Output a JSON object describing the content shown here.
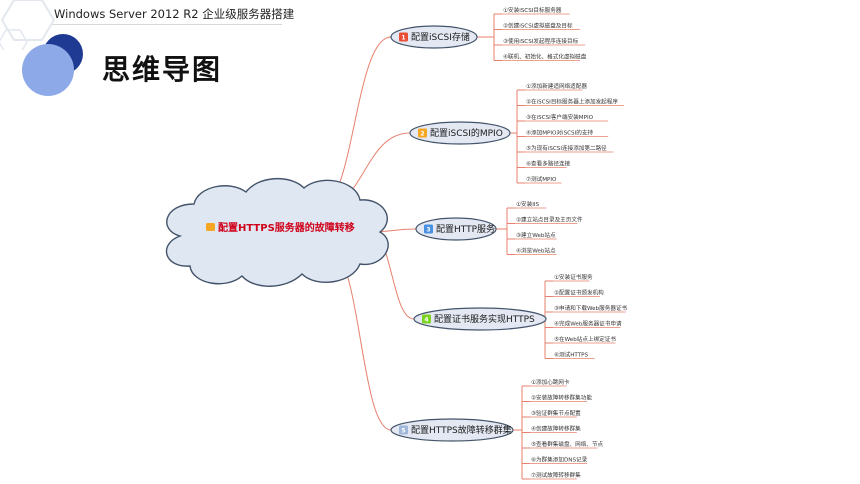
{
  "header": {
    "title": "Windows Server 2012 R2 企业级服务器搭建"
  },
  "page": {
    "title": "思维导图"
  },
  "center": {
    "label": "配置HTTPS服务器的故障转移",
    "color": "#d0021b"
  },
  "colors": {
    "line": "#e8806d",
    "node_fill": "#e3e8f2",
    "node_stroke": "#44546a",
    "num_badge": "#e94f37",
    "cloud_fill": "#dfe7f2"
  },
  "branches": [
    {
      "num": "1",
      "label": "配置iSCSI存储",
      "badge": "#e94f37",
      "items": [
        "①安装iSCSI目标服务器",
        "②创建iSCSI虚拟磁盘及目标",
        "③使用iSCSI发起程序连接目标",
        "④联机、初始化、格式化虚拟磁盘"
      ]
    },
    {
      "num": "2",
      "label": "配置iSCSI的MPIO",
      "badge": "#f5a623",
      "items": [
        "①添加新建适网络适配器",
        "②在iSCSI目标服务器上添加发起程序",
        "③在iSCSI客户端安装MPIO",
        "④添加MPIO对iSCSI的支持",
        "⑤为现有iSCSI连接添加第二路径",
        "⑥查看多路径连接",
        "⑦测试MPIO"
      ]
    },
    {
      "num": "3",
      "label": "配置HTTP服务",
      "badge": "#4a90e2",
      "items": [
        "①安装IIS",
        "②建立站点目录及主页文件",
        "③建立Web站点",
        "④浏览Web站点"
      ]
    },
    {
      "num": "4",
      "label": "配置证书服务实现HTTPS",
      "badge": "#7ed321",
      "items": [
        "①安装证书服务",
        "②配置证书颁发机构",
        "③申请和下载Web服务器证书",
        "④完成Web服务器证书申请",
        "⑤在Web站点上绑定证书",
        "⑥测试HTTPS"
      ]
    },
    {
      "num": "5",
      "label": "配置HTTPS故障转移群集",
      "badge": "#9fb7d9",
      "items": [
        "①添加心跳网卡",
        "②安装故障转移群集功能",
        "③验证群集节点配置",
        "④创建故障转移群集",
        "⑤查看群集磁盘、网络、节点",
        "⑥为群集添加DNS记录",
        "⑦测试故障转移群集"
      ]
    }
  ]
}
